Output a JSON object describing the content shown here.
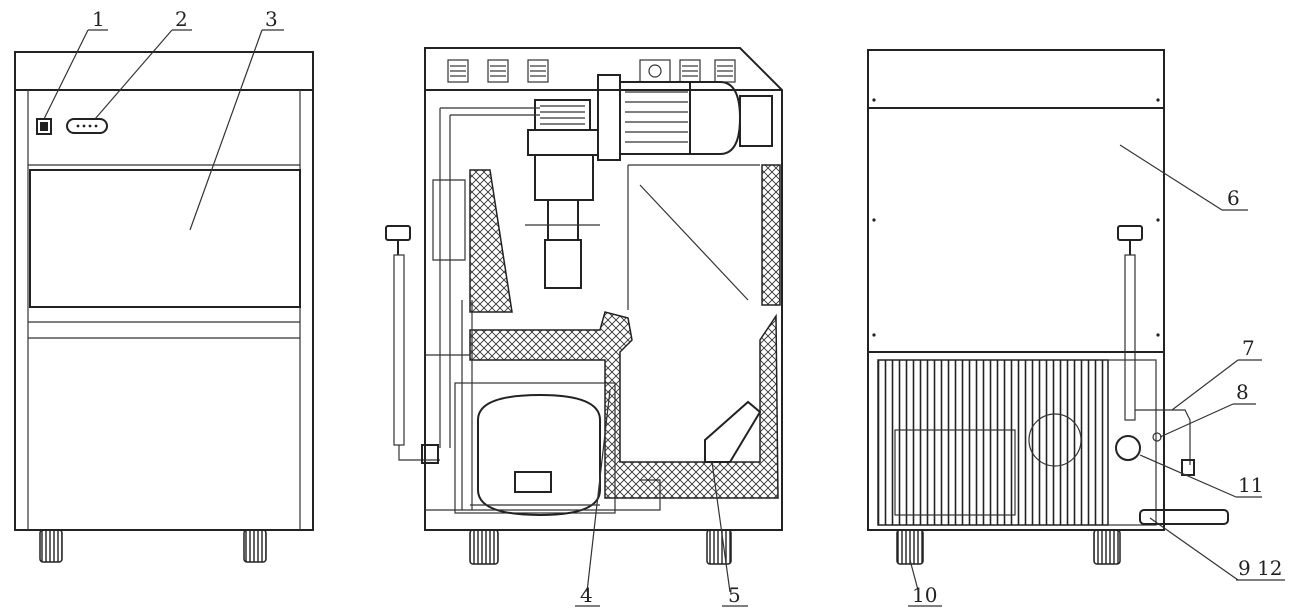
{
  "labels": {
    "l1": "1",
    "l2": "2",
    "l3": "3",
    "l4": "4",
    "l5": "5",
    "l6": "6",
    "l7": "7",
    "l8": "8",
    "l9_12": "9 12",
    "l10": "10",
    "l11": "11"
  }
}
